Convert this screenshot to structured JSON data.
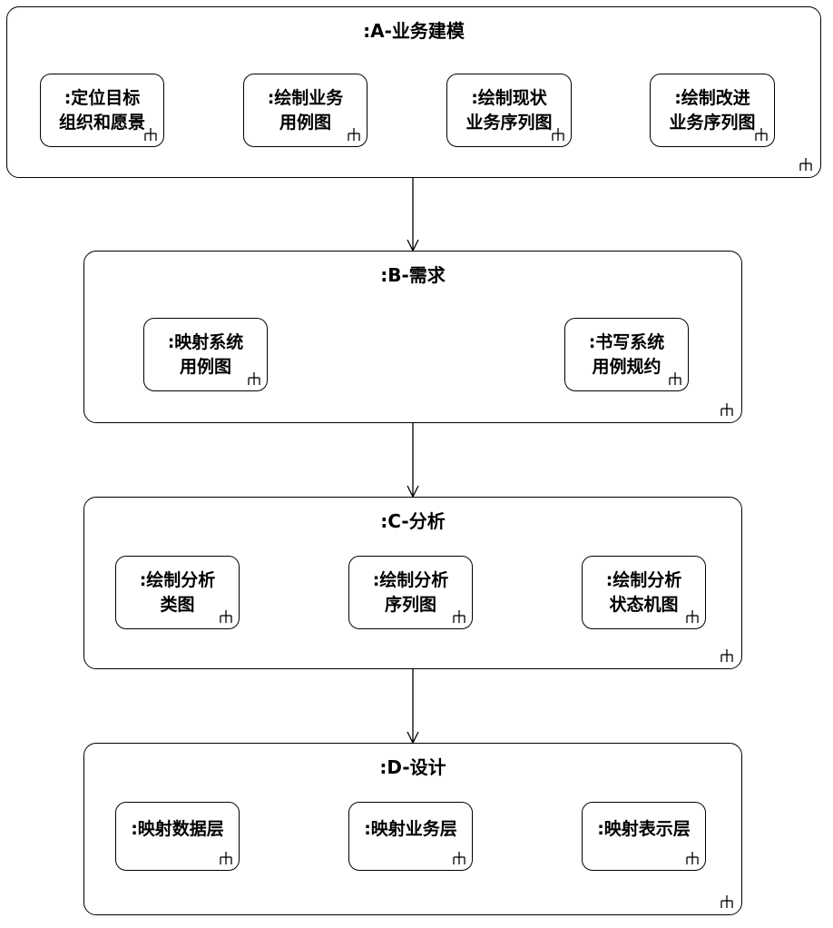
{
  "groups": [
    {
      "title": ":A-业务建模",
      "nodes": [
        {
          "lines": [
            ":定位目标",
            "组织和愿景"
          ]
        },
        {
          "lines": [
            ":绘制业务",
            "用例图"
          ]
        },
        {
          "lines": [
            ":绘制现状",
            "业务序列图"
          ]
        },
        {
          "lines": [
            ":绘制改进",
            "业务序列图"
          ]
        }
      ]
    },
    {
      "title": ":B-需求",
      "nodes": [
        {
          "lines": [
            ":映射系统",
            "用例图"
          ]
        },
        {
          "lines": [
            ":书写系统",
            "用例规约"
          ]
        }
      ]
    },
    {
      "title": ":C-分析",
      "nodes": [
        {
          "lines": [
            ":绘制分析",
            "类图"
          ]
        },
        {
          "lines": [
            ":绘制分析",
            "序列图"
          ]
        },
        {
          "lines": [
            ":绘制分析",
            "状态机图"
          ]
        }
      ]
    },
    {
      "title": ":D-设计",
      "nodes": [
        {
          "lines": [
            ":映射数据层"
          ]
        },
        {
          "lines": [
            ":映射业务层"
          ]
        },
        {
          "lines": [
            ":映射表示层"
          ]
        }
      ]
    }
  ],
  "icon": "activity-rake-icon"
}
